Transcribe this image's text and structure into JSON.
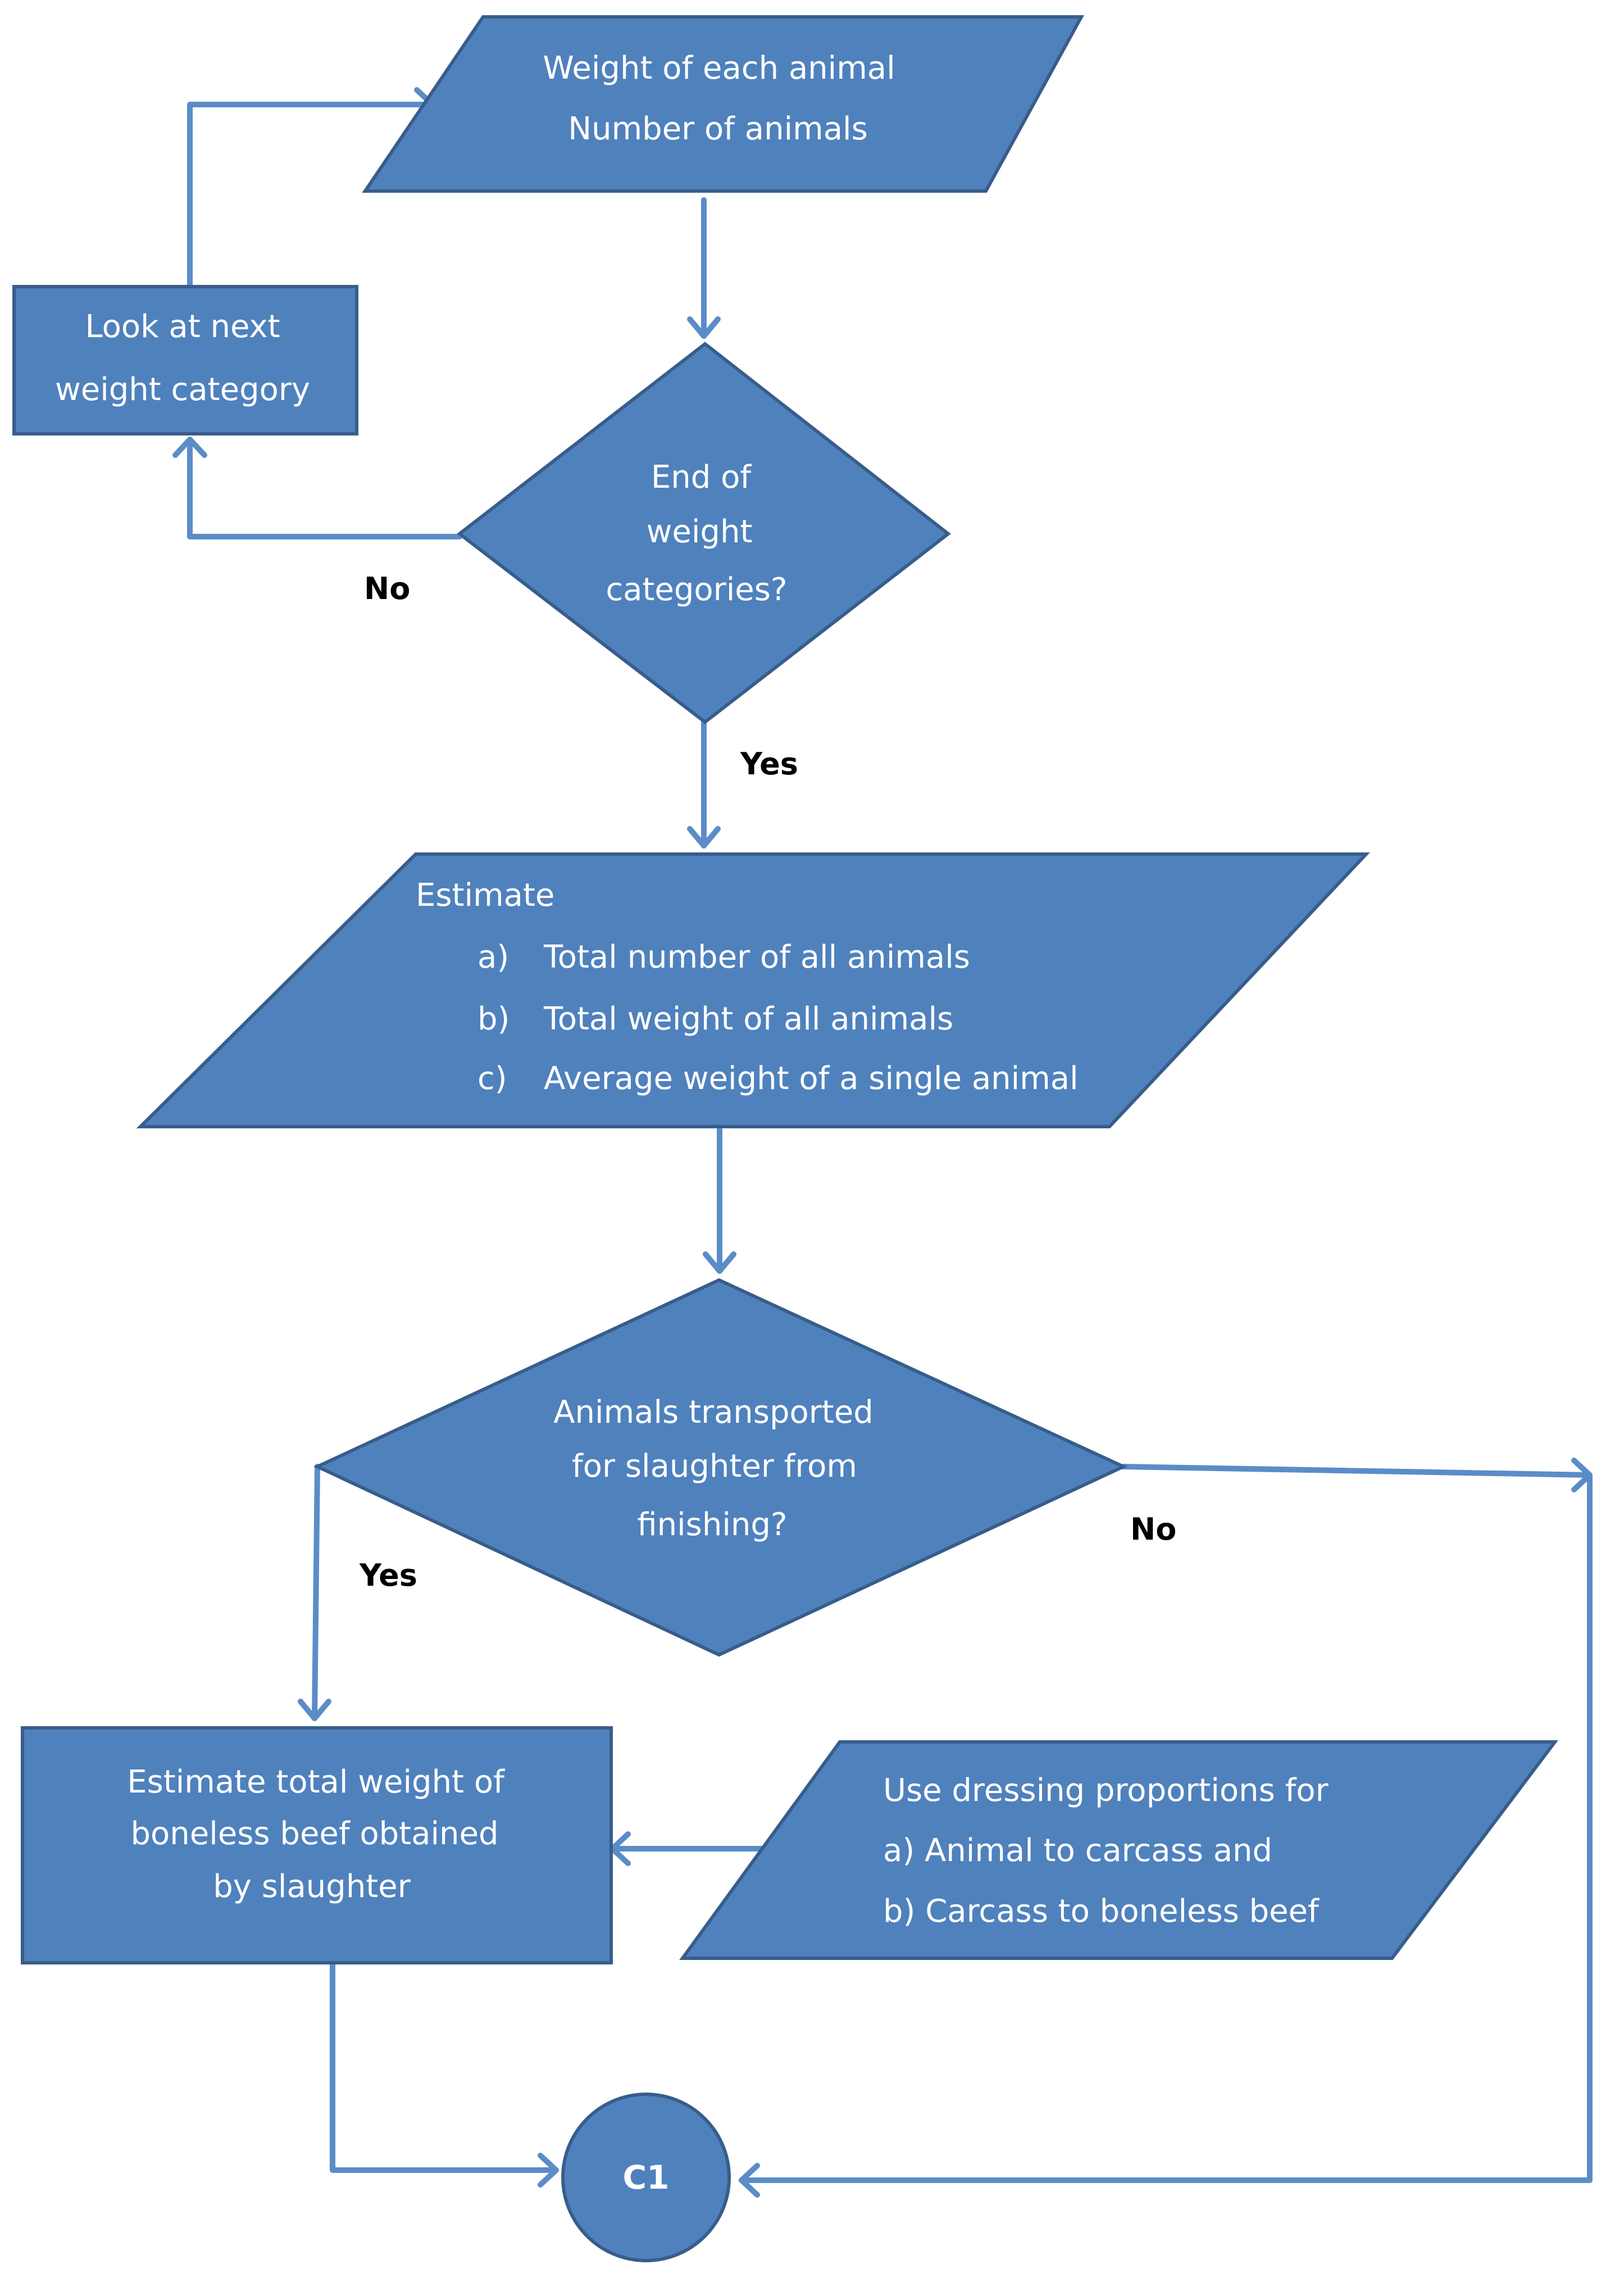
{
  "nodes": {
    "input_weight": {
      "line1": "Weight of each animal",
      "line2": "Number of animals"
    },
    "next_category": {
      "line1": "Look at next",
      "line2": "weight category"
    },
    "decision_end": {
      "line1": "End of",
      "line2": "weight",
      "line3": "categories?"
    },
    "estimate_totals": {
      "heading": "Estimate",
      "items": [
        {
          "marker": "a)",
          "text": "Total number of all animals"
        },
        {
          "marker": "b)",
          "text": "Total weight of all animals"
        },
        {
          "marker": "c)",
          "text": "Average weight of a single animal"
        }
      ]
    },
    "decision_transport": {
      "line1": "Animals transported",
      "line2": "for slaughter from",
      "line3": "finishing?"
    },
    "estimate_beef": {
      "line1": "Estimate total weight of",
      "line2": "boneless beef obtained",
      "line3": "by slaughter"
    },
    "dressing": {
      "line1": "Use dressing proportions for",
      "line2": "a) Animal to carcass and",
      "line3": "b) Carcass to boneless beef"
    },
    "connector": {
      "label": "C1"
    }
  },
  "edge_labels": {
    "end_no": "No",
    "end_yes": "Yes",
    "transport_yes": "Yes",
    "transport_no": "No"
  },
  "colors": {
    "fill": "#4f81bd",
    "stroke": "#385d8a",
    "connector_line": "#5b8cc8",
    "node_text": "#ffffff",
    "label_text": "#000000"
  }
}
